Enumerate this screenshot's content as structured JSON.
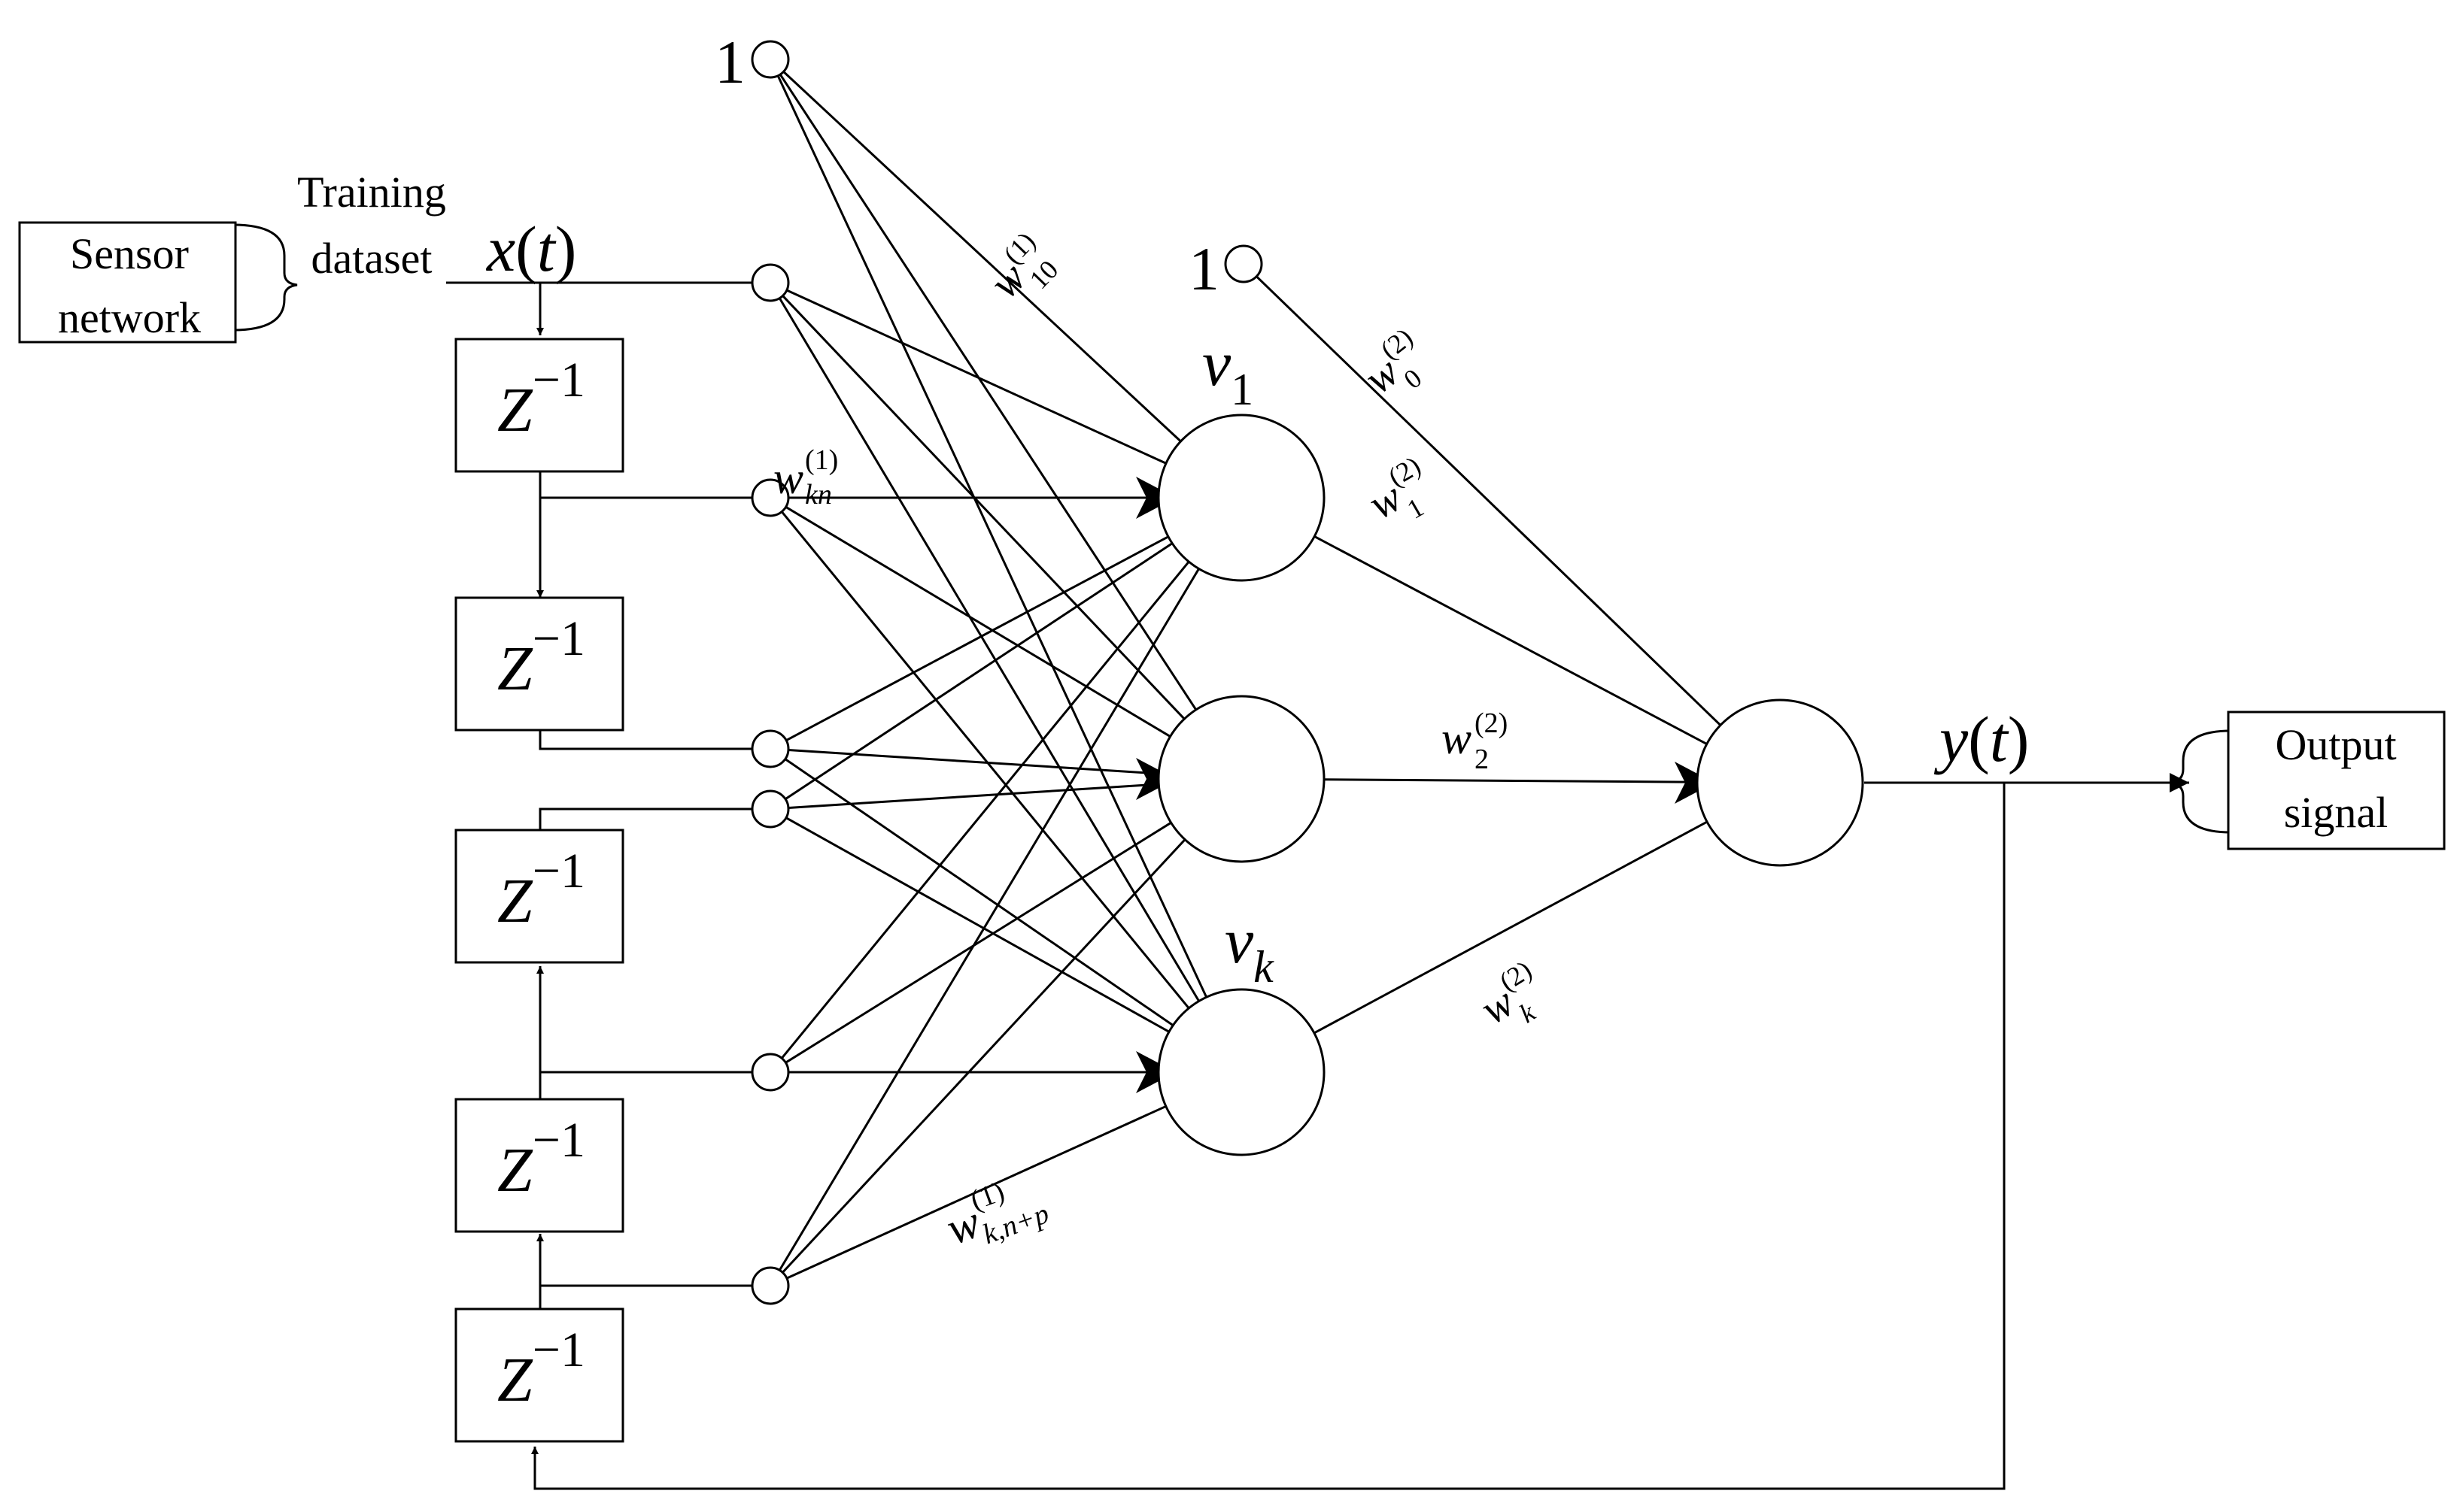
{
  "colors": {
    "stroke": "#000000",
    "background": "#ffffff"
  },
  "source": {
    "line1": "Sensor",
    "line2": "network",
    "bracket_label_line1": "Training",
    "bracket_label_line2": "dataset"
  },
  "input_signal": {
    "name": "x",
    "arg": "t"
  },
  "output_signal": {
    "name": "y",
    "arg": "t"
  },
  "sink": {
    "line1": "Output",
    "line2": "signal"
  },
  "delay": {
    "base": "Z",
    "exponent": "−1"
  },
  "bias": {
    "input_label": "1",
    "hidden_label": "1"
  },
  "hidden_labels": {
    "v1": {
      "base": "v",
      "sub": "1"
    },
    "vk": {
      "base": "v",
      "sub": "k"
    }
  },
  "weights": {
    "w10": {
      "base": "w",
      "sup": "(1)",
      "sub": "10"
    },
    "wkn": {
      "base": "w",
      "sup": "(1)",
      "sub": "kn"
    },
    "wknp": {
      "base": "w",
      "sup": "(1)",
      "sub": "k,n+p"
    },
    "w0": {
      "base": "w",
      "sup": "(2)",
      "sub": "0"
    },
    "w1": {
      "base": "w",
      "sup": "(2)",
      "sub": "1"
    },
    "w2": {
      "base": "w",
      "sup": "(2)",
      "sub": "2"
    },
    "wk": {
      "base": "w",
      "sup": "(2)",
      "sub": "k"
    }
  }
}
